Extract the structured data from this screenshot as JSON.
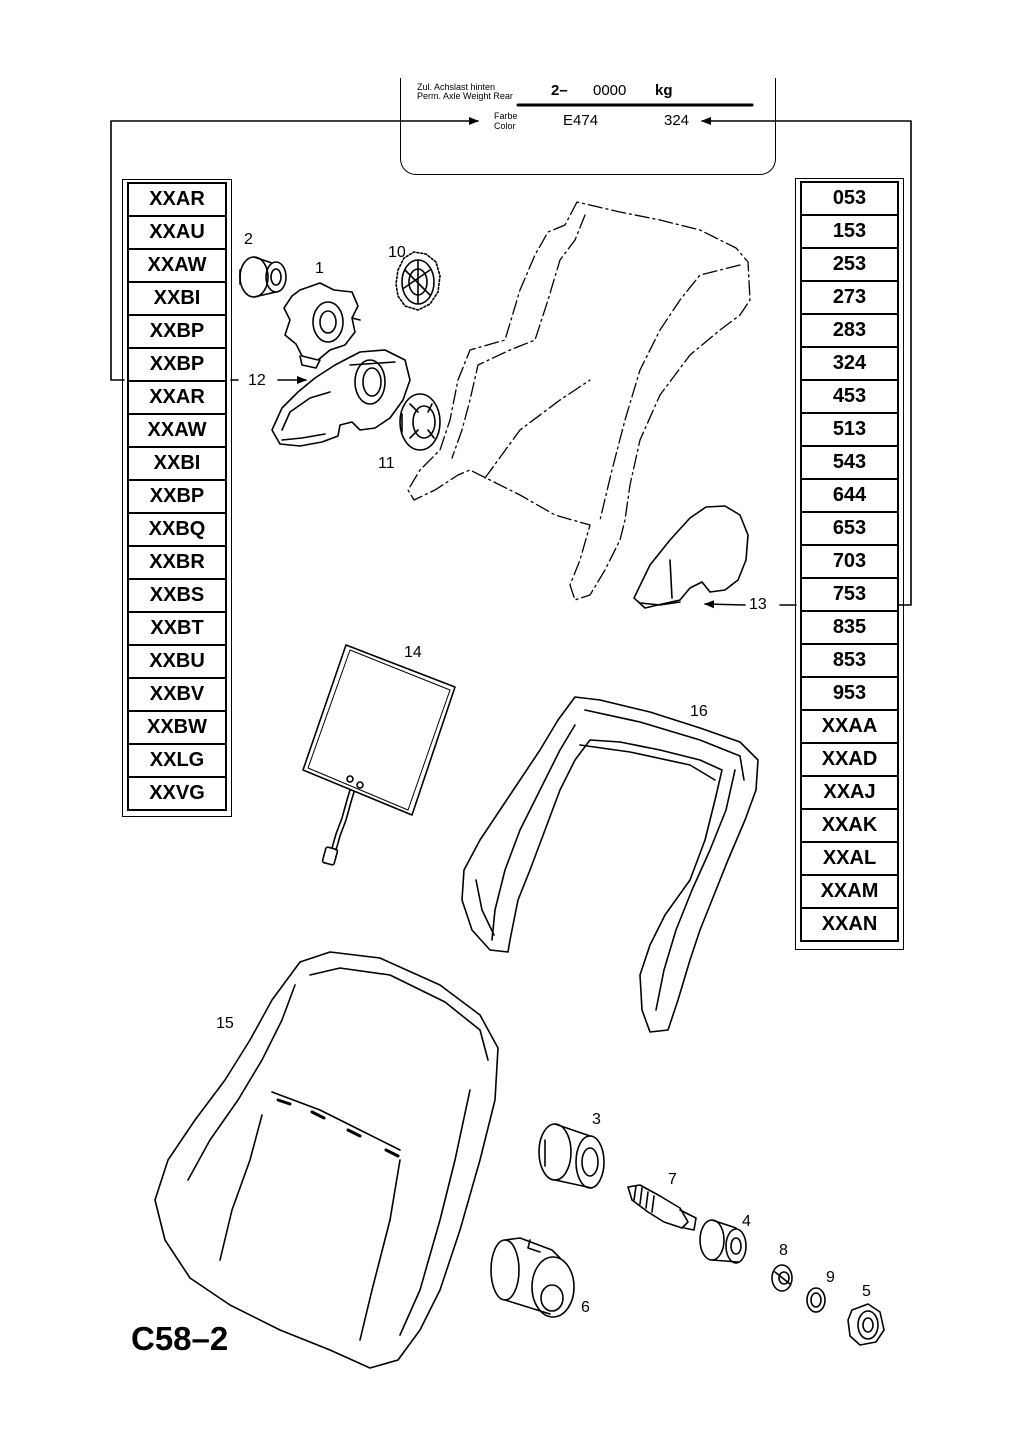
{
  "label": {
    "axle_caption_de": "Zul. Achslast hinten",
    "axle_caption_en": "Perm. Axle Weight Rear",
    "axle_prefix": "2–",
    "axle_value": "0000",
    "axle_unit": "kg",
    "color_caption_de": "Farbe",
    "color_caption_en": "Color",
    "color_code": "E474",
    "color_number": "324"
  },
  "left_codes": [
    "XXAR",
    "XXAU",
    "XXAW",
    "XXBI",
    "XXBP",
    "XXBP",
    "XXAR",
    "XXAW",
    "XXBI",
    "XXBP",
    "XXBQ",
    "XXBR",
    "XXBS",
    "XXBT",
    "XXBU",
    "XXBV",
    "XXBW",
    "XXLG",
    "XXVG"
  ],
  "right_codes": [
    "053",
    "153",
    "253",
    "273",
    "283",
    "324",
    "453",
    "513",
    "543",
    "644",
    "653",
    "703",
    "753",
    "835",
    "853",
    "953",
    "XXAA",
    "XXAD",
    "XXAJ",
    "XXAK",
    "XXAL",
    "XXAM",
    "XXAN"
  ],
  "callouts": {
    "p1": "1",
    "p2": "2",
    "p3": "3",
    "p4": "4",
    "p5": "5",
    "p6": "6",
    "p7": "7",
    "p8": "8",
    "p9": "9",
    "p10": "10",
    "p11": "11",
    "p12": "12",
    "p13": "13",
    "p14": "14",
    "p15": "15",
    "p16": "16"
  },
  "title": "C58–2"
}
